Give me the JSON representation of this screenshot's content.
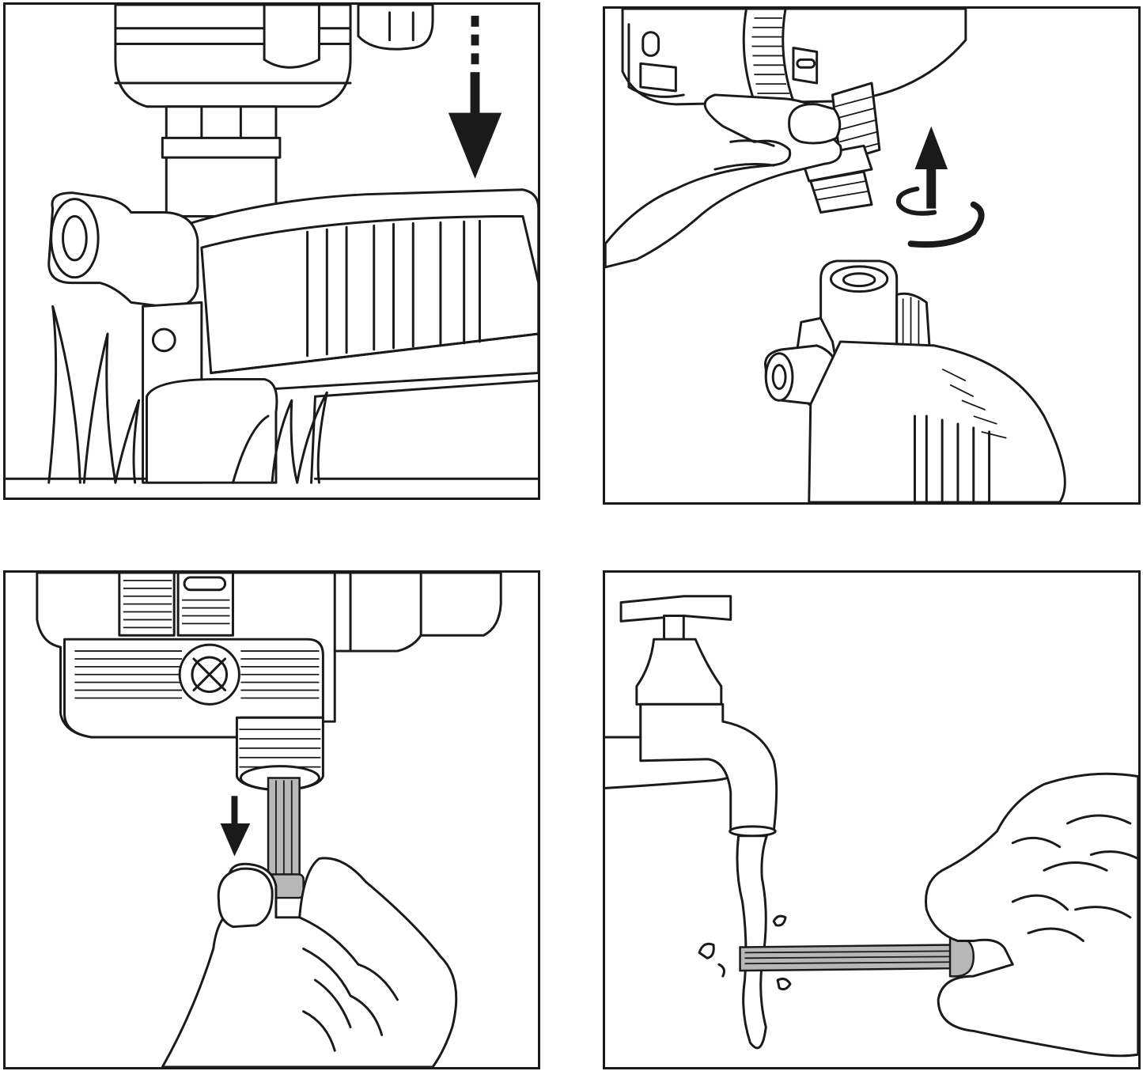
{
  "panels": [
    {
      "icon": "sprinkler-mount-illustration"
    },
    {
      "icon": "unscrew-connector-illustration"
    },
    {
      "icon": "remove-filter-illustration"
    },
    {
      "icon": "rinse-filter-illustration"
    }
  ],
  "colors": {
    "line": "#1a1a1a",
    "background": "#ffffff",
    "filter": "#b8b8b8"
  }
}
